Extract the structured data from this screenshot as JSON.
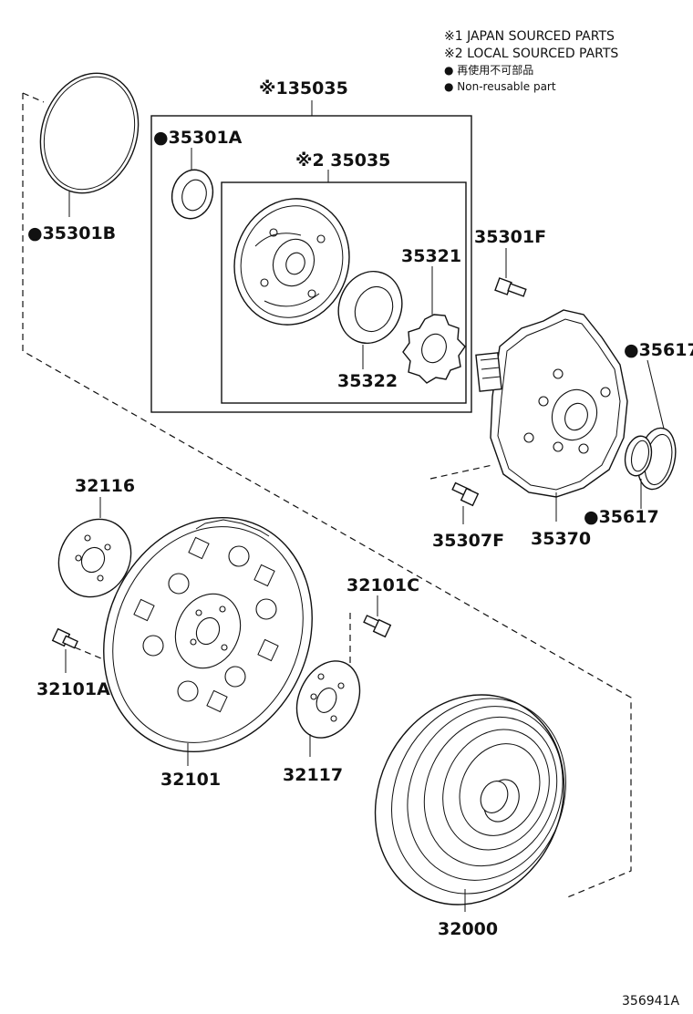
{
  "legend": {
    "note1": "※1  JAPAN SOURCED PARTS",
    "note2": "※2  LOCAL SOURCED PARTS",
    "bullet1": "● 再使用不可部品",
    "bullet2": "● Non-reusable part"
  },
  "parts": {
    "p35035_outer": "※135035",
    "p35035_inner": "※2 35035",
    "p35301A": "●35301A",
    "p35301B": "●35301B",
    "p35321": "35321",
    "p35322": "35322",
    "p35301F": "35301F",
    "p35617_top": "●35617",
    "p35617_bot": "●35617",
    "p35307F": "35307F",
    "p35370": "35370",
    "p32116": "32116",
    "p32101C": "32101C",
    "p32101A": "32101A",
    "p32101": "32101",
    "p32117": "32117",
    "p32000": "32000"
  },
  "figure_id": "356941A"
}
